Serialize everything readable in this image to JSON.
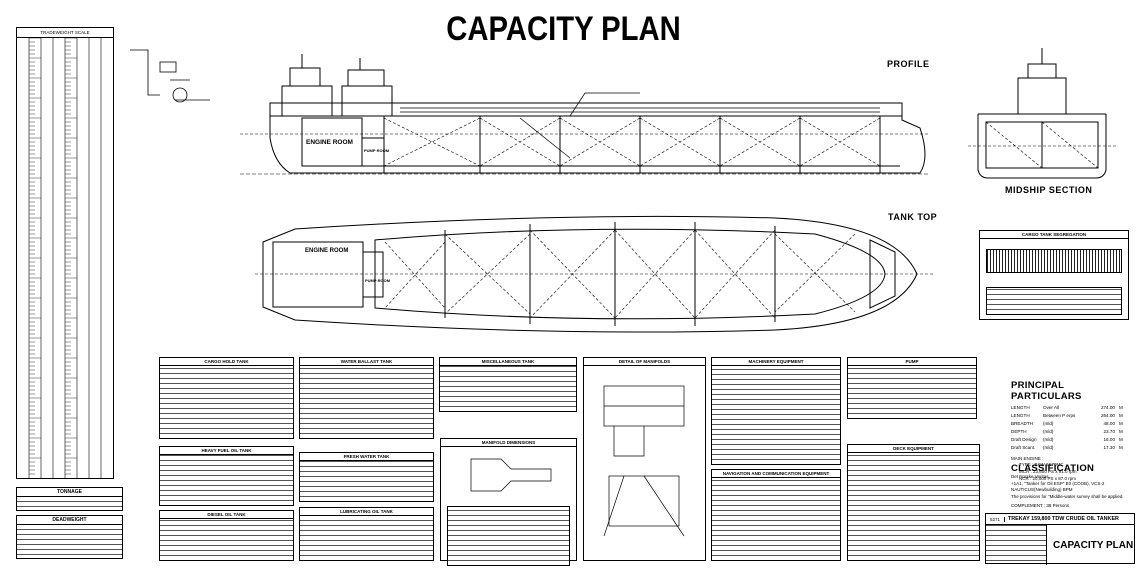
{
  "title": "CAPACITY PLAN",
  "views": {
    "profile": "PROFILE",
    "midship": "MIDSHIP SECTION",
    "tank_top": "TANK TOP"
  },
  "rooms": {
    "engine_room": "ENGINE ROOM",
    "engine_room_top": "ENGINE ROOM",
    "pump_room": "PUMP ROOM",
    "pump_room_top": "PUMP ROOM"
  },
  "scale_title": "TRADEWEIGHT SCALE",
  "tonnage_title": "TONNAGE",
  "deadweight_title": "DEADWEIGHT",
  "tables": {
    "cargo_hold": "CARGO HOLD TANK",
    "water_ballast": "WATER BALLAST TANK",
    "miscellaneous": "MISCELLANEOUS TANK",
    "heavy_fuel": "HEAVY FUEL OIL TANK",
    "fresh_water": "FRESH WATER TANK",
    "diesel_oil": "DIESEL OIL TANK",
    "lubricating": "LUBRICATING OIL TANK",
    "detail_manifolds": "DETAIL OF MANIFOLDS",
    "manifold_dimensions": "MANIFOLD DIMENSIONS",
    "machinery": "MACHINERY EQUIPMENT",
    "pump": "PUMP",
    "navigation": "NAVIGATION AND COMMUNICATION EQUIPMENT",
    "deck": "DECK EQUIPMENT",
    "segregation": "CARGO TANK SEGREGATION"
  },
  "principal": {
    "title": "PRINCIPAL PARTICULARS",
    "rows": [
      {
        "name": "LENGTH",
        "sub": "Over All",
        "value": "274.00",
        "unit": "M"
      },
      {
        "name": "LENGTH",
        "sub": "Between P erps",
        "value": "264.00",
        "unit": "M"
      },
      {
        "name": "BREADTH",
        "sub": "(mld)",
        "value": "48.00",
        "unit": "M"
      },
      {
        "name": "DEPTH",
        "sub": "(mld)",
        "value": "23.70",
        "unit": "M"
      },
      {
        "name": "Draft Design",
        "sub": "(mld)",
        "value": "16.00",
        "unit": "M"
      },
      {
        "name": "Draft Scant.",
        "sub": "(mld)",
        "value": "17.30",
        "unit": "M"
      }
    ],
    "main_engine_label": "MAIN ENGINE :",
    "main_engine": [
      "TYPE : B&W 6S70MC",
      "MCR : 23,600 PS x 91.0 rpm",
      "NCR : 20,000 PS x 87.0 rpm"
    ]
  },
  "classification": {
    "title": "CLASSIFICATION",
    "lines": [
      "Det Norske Veritas",
      "+1A1, \"Tanker for Oil ESP\" E0 (COOB), VCS-2",
      "NAUTICUS(Newbuilding) BPM",
      "The provisions for \"Middle-water survey shall be applied.",
      "COMPLEMENT : 38 Persons"
    ]
  },
  "title_block": {
    "number": "5271",
    "vessel": "TREKAY 159,800 TDW CRUDE OIL TANKER",
    "drawing": "CAPACITY PLAN"
  },
  "colors": {
    "ink": "#000000",
    "paper": "#ffffff"
  }
}
